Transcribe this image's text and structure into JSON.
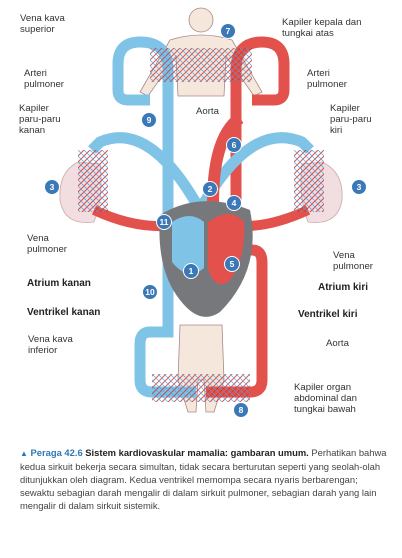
{
  "labels": {
    "vena_kava_superior": "Vena kava\nsuperior",
    "kapiler_kepala": "Kapiler kepala dan\ntungkai atas",
    "arteri_pulmoner_left": "Arteri\npulmoner",
    "arteri_pulmoner_right": "Arteri\npulmoner",
    "aorta_top": "Aorta",
    "kapiler_paru_kanan": "Kapiler\nparu-paru\nkanan",
    "kapiler_paru_kiri": "Kapiler\nparu-paru\nkiri",
    "vena_pulmoner_left": "Vena\npulmoner",
    "vena_pulmoner_right": "Vena\npulmoner",
    "atrium_kanan": "Atrium kanan",
    "atrium_kiri": "Atrium kiri",
    "ventrikel_kanan": "Ventrikel kanan",
    "ventrikel_kiri": "Ventrikel kiri",
    "vena_kava_inferior": "Vena kava\ninferior",
    "aorta_bottom": "Aorta",
    "kapiler_organ": "Kapiler organ\nabdominal dan\ntungkai bawah"
  },
  "numbers": [
    "1",
    "2",
    "3",
    "3",
    "4",
    "5",
    "6",
    "7",
    "8",
    "9",
    "10",
    "11"
  ],
  "caption": {
    "figure": "Peraga 42.6",
    "title": "Sistem kardiovaskular mamalia: gambaran umum.",
    "body": "Perhatikan bahwa kedua sirkuit bekerja secara simultan, tidak secara berturutan seperti yang seolah-olah ditunjukkan oleh diagram. Kedua ventrikel memompa secara nyaris berbarengan; sewaktu sebagian darah mengalir di dalam sirkuit pulmoner, sebagian darah yang lain mengalir di dalam sirkuit sistemik."
  },
  "colors": {
    "oxygen_poor": "#7fc3e6",
    "oxygen_rich": "#e2514c",
    "heart_tissue": "#77787c",
    "lung": "#f2dde0",
    "badge": "#3b78b8"
  }
}
